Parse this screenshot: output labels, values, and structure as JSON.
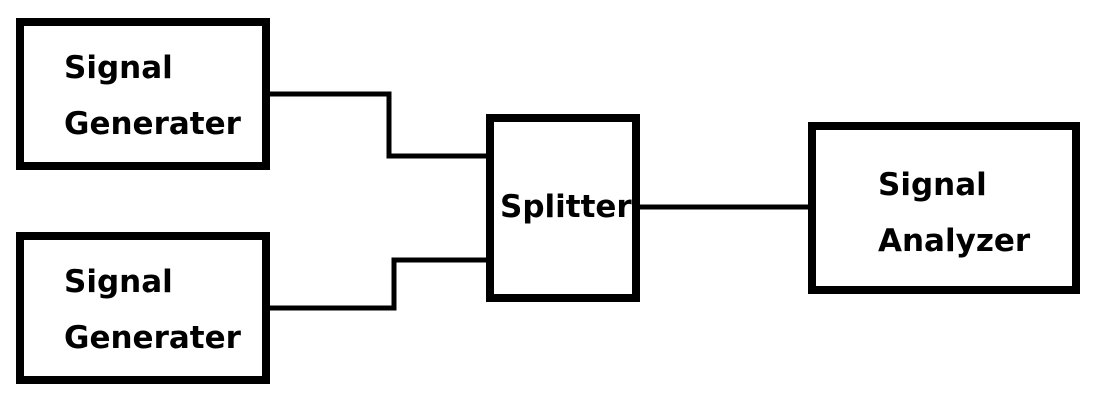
{
  "blocks": {
    "generator_top": {
      "line1": "Signal",
      "line2": "Generater"
    },
    "generator_bottom": {
      "line1": "Signal",
      "line2": "Generater"
    },
    "splitter": {
      "label": "Splitter"
    },
    "analyzer": {
      "line1": "Signal",
      "line2": "Analyzer"
    }
  },
  "colors": {
    "stroke": "#000000",
    "background": "#ffffff"
  }
}
